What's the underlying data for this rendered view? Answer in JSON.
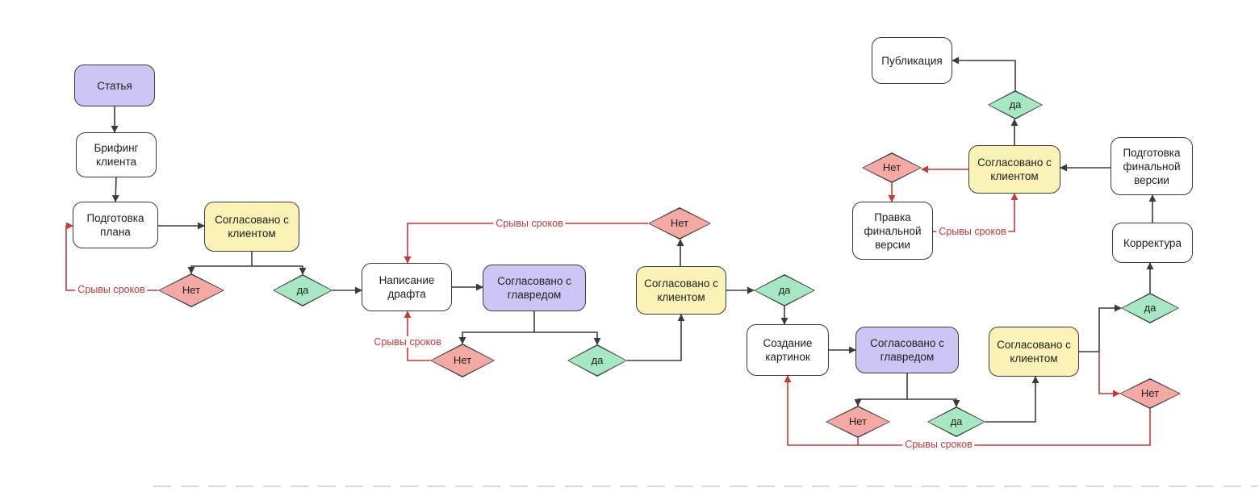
{
  "diagram": {
    "type": "flowchart",
    "language": "ru",
    "nodes": [
      {
        "id": "article",
        "label": "Статья",
        "shape": "rounded-rect",
        "fill": "lavender"
      },
      {
        "id": "client-briefing",
        "label": "Брифинг клиента",
        "shape": "rounded-rect",
        "fill": "white"
      },
      {
        "id": "plan-preparation",
        "label": "Подготовка плана",
        "shape": "rounded-rect",
        "fill": "white"
      },
      {
        "id": "client-approval-1",
        "label": "Согласовано с клиентом",
        "shape": "rounded-rect",
        "fill": "yellow"
      },
      {
        "id": "no-1",
        "label": "Нет",
        "shape": "diamond",
        "fill": "pink"
      },
      {
        "id": "yes-1",
        "label": "да",
        "shape": "diamond",
        "fill": "green"
      },
      {
        "id": "draft-writing",
        "label": "Написание драфта",
        "shape": "rounded-rect",
        "fill": "white"
      },
      {
        "id": "editor-approval-1",
        "label": "Согласовано с главредом",
        "shape": "rounded-rect",
        "fill": "lavender"
      },
      {
        "id": "no-2",
        "label": "Нет",
        "shape": "diamond",
        "fill": "pink"
      },
      {
        "id": "yes-2",
        "label": "да",
        "shape": "diamond",
        "fill": "green"
      },
      {
        "id": "no-3",
        "label": "Нет",
        "shape": "diamond",
        "fill": "pink"
      },
      {
        "id": "client-approval-2",
        "label": "Согласовано с клиентом",
        "shape": "rounded-rect",
        "fill": "yellow"
      },
      {
        "id": "yes-3",
        "label": "да",
        "shape": "diamond",
        "fill": "green"
      },
      {
        "id": "image-creation",
        "label": "Создание картинок",
        "shape": "rounded-rect",
        "fill": "white"
      },
      {
        "id": "editor-approval-2",
        "label": "Согласовано с главредом",
        "shape": "rounded-rect",
        "fill": "lavender"
      },
      {
        "id": "no-4",
        "label": "Нет",
        "shape": "diamond",
        "fill": "pink"
      },
      {
        "id": "yes-4",
        "label": "да",
        "shape": "diamond",
        "fill": "green"
      },
      {
        "id": "client-approval-3",
        "label": "Согласовано с клиентом",
        "shape": "rounded-rect",
        "fill": "yellow"
      },
      {
        "id": "yes-5",
        "label": "да",
        "shape": "diamond",
        "fill": "green"
      },
      {
        "id": "no-5",
        "label": "Нет",
        "shape": "diamond",
        "fill": "pink"
      },
      {
        "id": "proofreading",
        "label": "Корректура",
        "shape": "rounded-rect",
        "fill": "white"
      },
      {
        "id": "final-version-preparation",
        "label": "Подготовка финальной версии",
        "shape": "rounded-rect",
        "fill": "white"
      },
      {
        "id": "client-approval-4",
        "label": "Согласовано с клиентом",
        "shape": "rounded-rect",
        "fill": "yellow"
      },
      {
        "id": "no-6",
        "label": "Нет",
        "shape": "diamond",
        "fill": "pink"
      },
      {
        "id": "final-version-edit",
        "label": "Правка финальной версии",
        "shape": "rounded-rect",
        "fill": "white"
      },
      {
        "id": "yes-6",
        "label": "да",
        "shape": "diamond",
        "fill": "green"
      },
      {
        "id": "publication",
        "label": "Публикация",
        "shape": "rounded-rect",
        "fill": "white"
      }
    ],
    "edge_labels": [
      {
        "text": "Срывы сроков"
      },
      {
        "text": "Срывы сроков"
      },
      {
        "text": "Срывы сроков"
      },
      {
        "text": "Срывы сроков"
      },
      {
        "text": "Срывы сроков"
      }
    ],
    "edges": [
      {
        "from": "article",
        "to": "client-briefing"
      },
      {
        "from": "client-briefing",
        "to": "plan-preparation"
      },
      {
        "from": "plan-preparation",
        "to": "client-approval-1"
      },
      {
        "from": "client-approval-1",
        "to": "no-1"
      },
      {
        "from": "client-approval-1",
        "to": "yes-1"
      },
      {
        "from": "no-1",
        "to": "plan-preparation",
        "label": "Срывы сроков",
        "type": "fail"
      },
      {
        "from": "yes-1",
        "to": "draft-writing"
      },
      {
        "from": "draft-writing",
        "to": "editor-approval-1"
      },
      {
        "from": "editor-approval-1",
        "to": "no-2"
      },
      {
        "from": "editor-approval-1",
        "to": "yes-2"
      },
      {
        "from": "no-2",
        "to": "draft-writing",
        "label": "Срывы сроков",
        "type": "fail"
      },
      {
        "from": "yes-2",
        "to": "client-approval-2"
      },
      {
        "from": "client-approval-2",
        "to": "no-3"
      },
      {
        "from": "client-approval-2",
        "to": "yes-3"
      },
      {
        "from": "no-3",
        "to": "draft-writing",
        "label": "Срывы сроков",
        "type": "fail"
      },
      {
        "from": "yes-3",
        "to": "image-creation"
      },
      {
        "from": "image-creation",
        "to": "editor-approval-2"
      },
      {
        "from": "editor-approval-2",
        "to": "no-4"
      },
      {
        "from": "editor-approval-2",
        "to": "yes-4"
      },
      {
        "from": "no-4",
        "to": "image-creation",
        "label": "Срывы сроков",
        "type": "fail"
      },
      {
        "from": "yes-4",
        "to": "client-approval-3"
      },
      {
        "from": "client-approval-3",
        "to": "yes-5"
      },
      {
        "from": "client-approval-3",
        "to": "no-5",
        "type": "fail"
      },
      {
        "from": "no-5",
        "to": "image-creation",
        "label": "Срывы сроков",
        "type": "fail"
      },
      {
        "from": "yes-5",
        "to": "proofreading"
      },
      {
        "from": "proofreading",
        "to": "final-version-preparation"
      },
      {
        "from": "final-version-preparation",
        "to": "client-approval-4"
      },
      {
        "from": "client-approval-4",
        "to": "no-6",
        "type": "fail"
      },
      {
        "from": "no-6",
        "to": "final-version-edit",
        "type": "fail"
      },
      {
        "from": "final-version-edit",
        "to": "client-approval-4",
        "label": "Срывы сроков",
        "type": "fail"
      },
      {
        "from": "client-approval-4",
        "to": "yes-6"
      },
      {
        "from": "yes-6",
        "to": "publication"
      }
    ],
    "colors": {
      "node_border": "#3b3b3b",
      "edge": "#3b3b3b",
      "fail_edge": "#c53a3a",
      "lavender": "#cdc6f4",
      "yellow": "#fbf3b5",
      "green": "#a6e8c4",
      "pink": "#f5a9a5",
      "white": "#ffffff",
      "background": "#ffffff"
    }
  }
}
